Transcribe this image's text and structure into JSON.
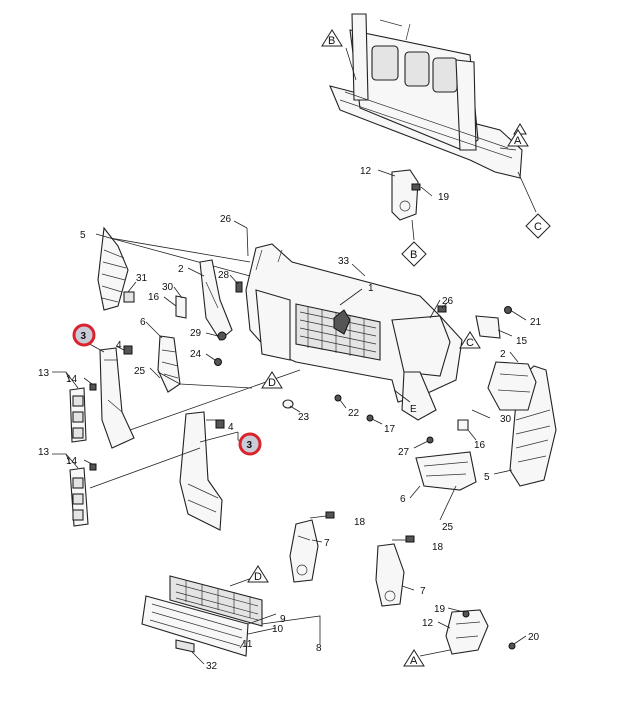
{
  "callouts": {
    "c1": "1",
    "c2a": "2",
    "c2b": "2",
    "c3a": "3",
    "c3b": "3",
    "c4a": "4",
    "c4b": "4",
    "c5a": "5",
    "c5b": "5",
    "c6a": "6",
    "c6b": "6",
    "c7a": "7",
    "c7b": "7",
    "c8": "8",
    "c9": "9",
    "c10": "10",
    "c11": "11",
    "c12a": "12",
    "c12b": "12",
    "c13a": "13",
    "c13b": "13",
    "c14a": "14",
    "c14b": "14",
    "c15": "15",
    "c16a": "16",
    "c16b": "16",
    "c17": "17",
    "c18a": "18",
    "c18b": "18",
    "c19a": "19",
    "c19b": "19",
    "c20": "20",
    "c21": "21",
    "c22": "22",
    "c23": "23",
    "c24": "24",
    "c25a": "25",
    "c25b": "25",
    "c26a": "26",
    "c26b": "26",
    "c27": "27",
    "c28": "28",
    "c29": "29",
    "c30a": "30",
    "c30b": "30",
    "c31": "31",
    "c32": "32",
    "c33": "33"
  },
  "view_refs": {
    "A_top": "A",
    "A_bottom": "A",
    "B_top": "B",
    "B_mid": "B",
    "C_top": "C",
    "C_mid": "C",
    "D_mid": "D",
    "D_bottom": "D"
  },
  "highlight_color": "#d9232d"
}
